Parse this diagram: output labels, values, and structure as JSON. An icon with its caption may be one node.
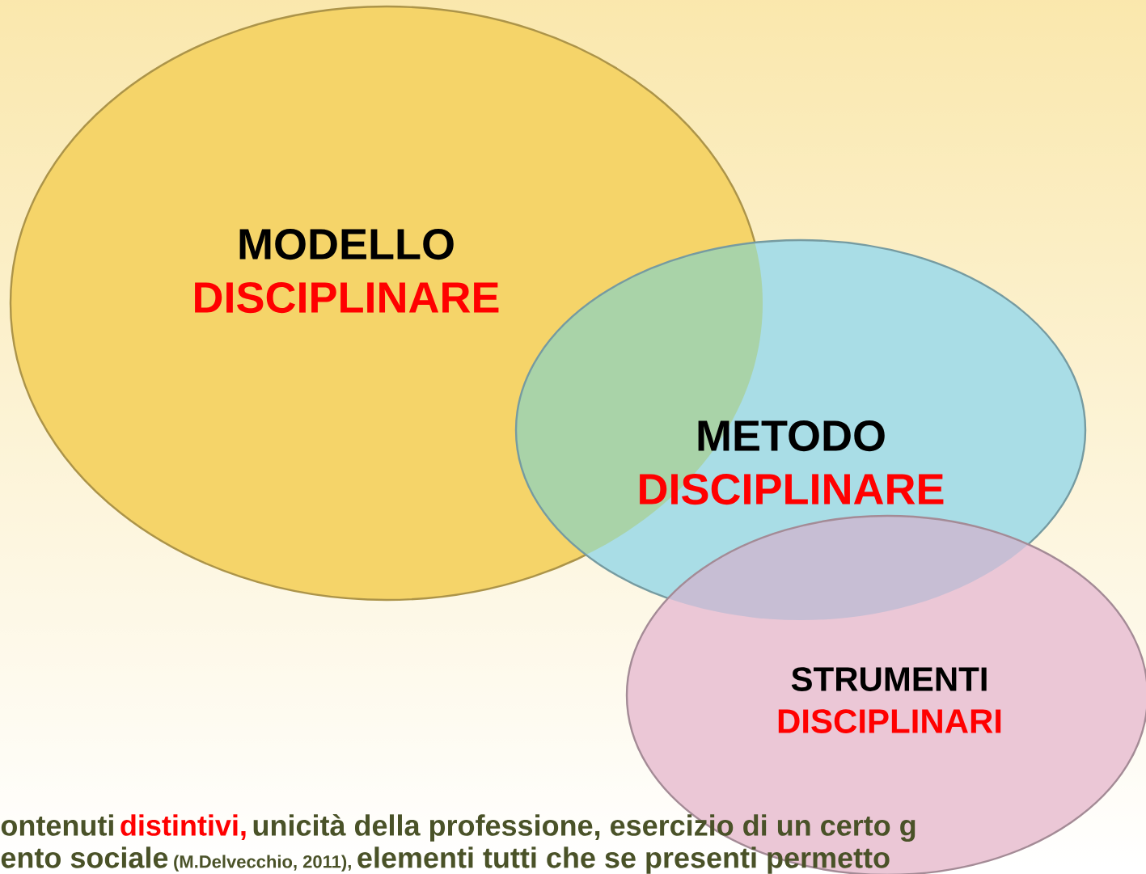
{
  "diagram": {
    "nodes": [
      {
        "text": [
          "MODELLO",
          "DISCIPLINARE"
        ]
      },
      {
        "text": [
          "METODO",
          "DISCIPLINARE"
        ]
      },
      {
        "text": [
          "STRUMENTI",
          "DISCIPLINARI"
        ]
      }
    ],
    "labels": [
      "ontenuti",
      "distintivi,",
      "unicità della professione, esercizio di un certo g",
      "ento sociale",
      "(M.Delvecchio, 2011),",
      "elementi tutti  che se presenti permetto"
    ]
  }
}
